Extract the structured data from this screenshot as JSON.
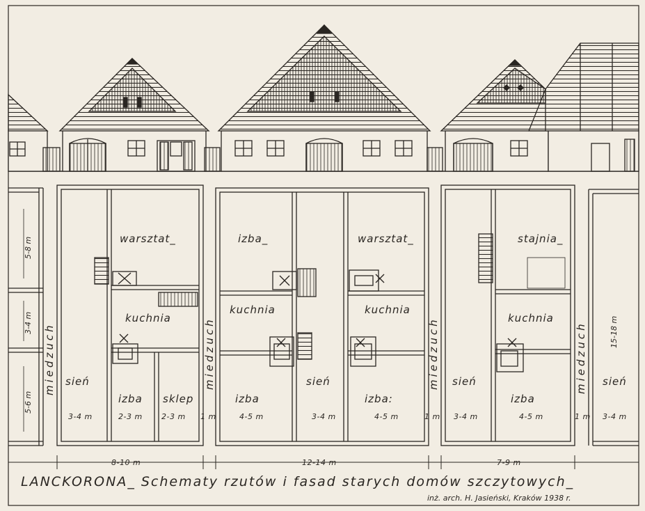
{
  "title": "LANCKORONA_ Schematy rzutów i fasad starych domów szczytowych_",
  "signature": "inż. arch. H. Jasieński, Kraków 1938 r.",
  "rooms": {
    "warsztat": "warsztat_",
    "izba": "izba_",
    "stajnia": "stajnia_",
    "kuchnia": "kuchnia",
    "sien": "sień",
    "izba_plain": "izba",
    "izba_colon": "izba:",
    "sklep": "sklep",
    "miedzuch": "miedzuch"
  },
  "dims": {
    "d34": "3-4 m",
    "d23": "2-3 m",
    "d1": "1 m",
    "d45": "4-5 m",
    "w810": "8-10 m",
    "w1214": "12-14 m",
    "w79": "7-9 m",
    "v58": "5-8 m",
    "v34": "3-4 m",
    "v56": "5-6 m",
    "v1518": "15-18 m"
  },
  "colors": {
    "paper": "#f2ede3",
    "ink": "#2a2622"
  }
}
